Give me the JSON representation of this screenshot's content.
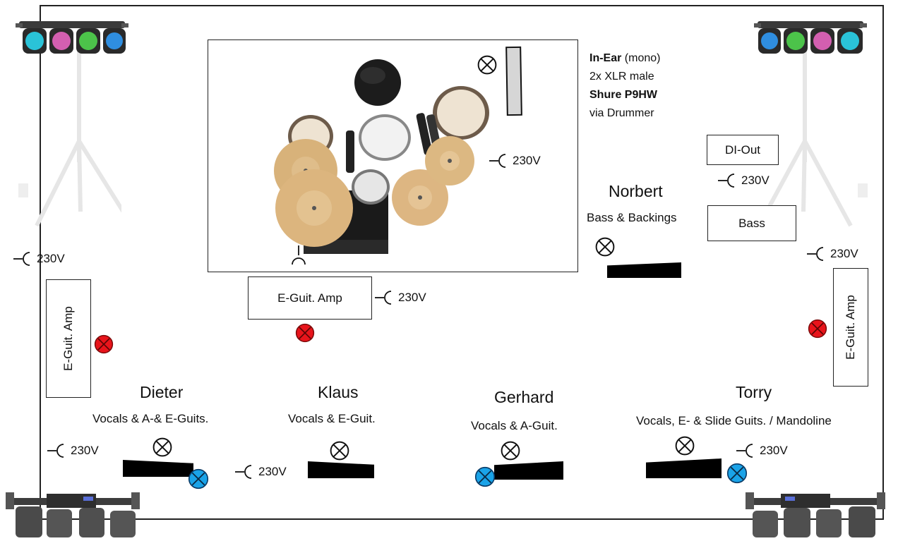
{
  "in_ear": {
    "line1_bold": "In-Ear",
    "line1_rest": " (mono)",
    "line2": "2x XLR male",
    "line3": "Shure P9HW",
    "line4": "via Drummer"
  },
  "labels": {
    "di_out": "DI-Out",
    "bass": "Bass",
    "amp_left": "E-Guit. Amp",
    "amp_center": "E-Guit. Amp",
    "amp_right": "E-Guit. Amp",
    "power": "230V"
  },
  "musicians": [
    {
      "name": "Norbert",
      "role": "Bass & Backings"
    },
    {
      "name": "Dieter",
      "role": "Vocals & A-& E-Guits."
    },
    {
      "name": "Klaus",
      "role": "Vocals & E-Guit."
    },
    {
      "name": "Gerhard",
      "role": "Vocals & A-Guit."
    },
    {
      "name": "Torry",
      "role": "Vocals, E- & Slide Guits. / Mandoline"
    }
  ],
  "icons": {
    "monitor_lamp": "crossed-circle-icon",
    "guitar_amp_lamp": "red-crossed-circle-icon",
    "floor_lamp": "blue-crossed-circle-icon",
    "power_outlet": "power-outlet-icon",
    "light_rig": "led-bar-icon",
    "drum_kit": "drum-kit-icon"
  },
  "colors": {
    "amp_marker": "#e8141b",
    "floor_marker": "#1aa3e8",
    "wedge": "#000000",
    "frame": "#222222"
  }
}
